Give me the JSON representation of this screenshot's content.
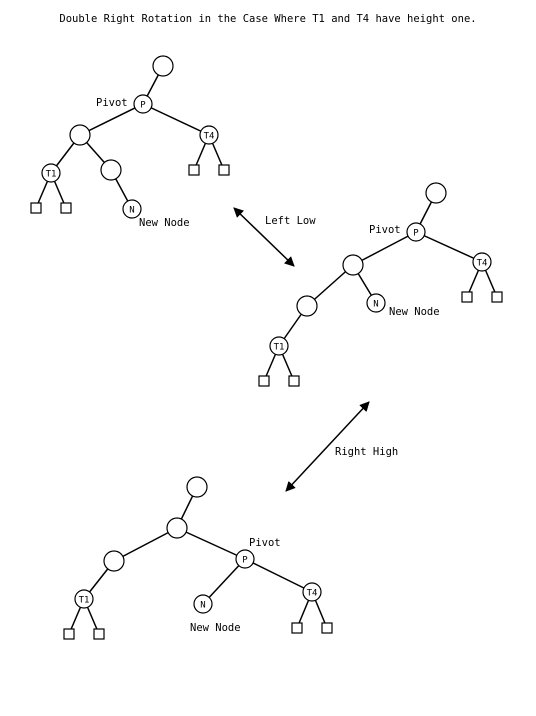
{
  "title": "Double Right Rotation in the Case Where T1 and T4 have height one.",
  "node_labels": {
    "pivot_node": "P",
    "t1": "T1",
    "t4": "T4",
    "new_node": "N"
  },
  "annotations": {
    "pivot": "Pivot",
    "new_node": "New Node",
    "left_low": "Left Low",
    "right_high": "Right High"
  }
}
